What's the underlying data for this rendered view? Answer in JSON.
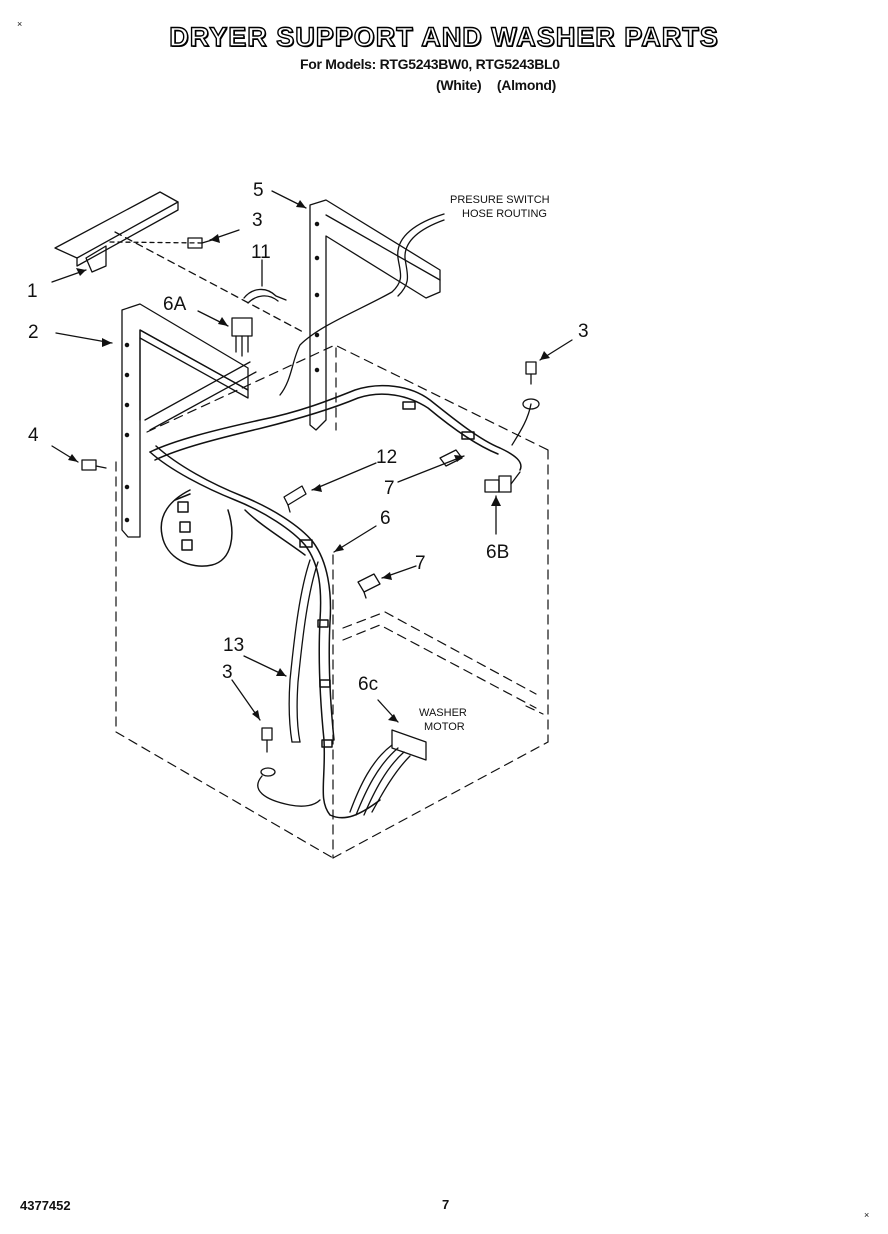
{
  "header": {
    "title": "DRYER SUPPORT AND WASHER PARTS",
    "models_line": "For Models: RTG5243BW0, RTG5243BL0",
    "variant_white": "(White)",
    "variant_almond": "(Almond)"
  },
  "callouts": {
    "c1": "1",
    "c2": "2",
    "c3_top": "3",
    "c3_right": "3",
    "c3_bottom": "3",
    "c4": "4",
    "c5": "5",
    "c6": "6",
    "c6a": "6A",
    "c6b": "6B",
    "c6c": "6c",
    "c7_upper": "7",
    "c7_lower": "7",
    "c11": "11",
    "c12": "12",
    "c13": "13"
  },
  "notes": {
    "pressure_switch_line1": "PRESURE SWITCH",
    "pressure_switch_line2": "HOSE ROUTING",
    "washer_motor_line1": "WASHER",
    "washer_motor_line2": "MOTOR"
  },
  "footer": {
    "doc_number": "4377452",
    "page_number": "7"
  },
  "corner_marks": {
    "top_left": "×",
    "bottom_right": "×"
  }
}
